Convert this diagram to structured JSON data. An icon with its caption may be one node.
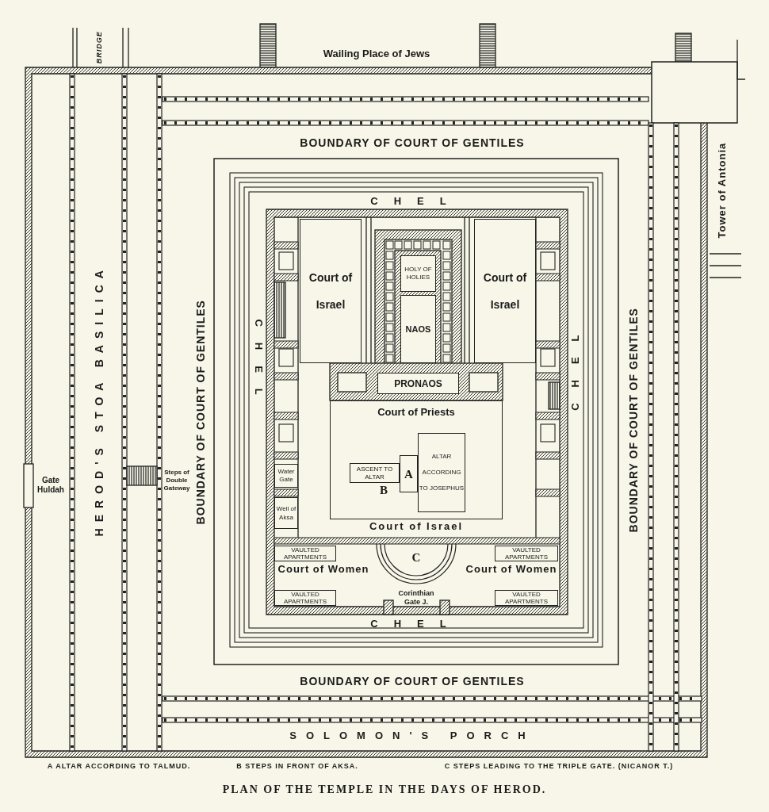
{
  "diagram": {
    "caption": "PLAN OF THE TEMPLE IN THE DAYS OF HEROD.",
    "nodes": [
      {
        "text": [
          "Court of Israel"
        ]
      },
      {
        "text": [
          "HOLY OF HOLIES"
        ]
      },
      {
        "text": [
          "NAOS"
        ]
      },
      {
        "text": [
          "Court of Israel"
        ]
      },
      {
        "text": [
          "PRONAOS"
        ]
      },
      {
        "text": [
          "Court of Priests"
        ]
      },
      {
        "text": [
          "ASCENT TO ALTAR"
        ],
        "in": 5
      },
      {
        "text": [
          "A"
        ],
        "in": 5
      },
      {
        "text": [
          "ALTAR ACCORDING TO JOSEPHUS"
        ],
        "in": 5
      },
      {
        "text": [
          "Water Gate"
        ]
      },
      {
        "text": [
          "Well of Aksa"
        ]
      },
      {
        "text": [
          "VAULTED APARTMENTS"
        ]
      },
      {
        "text": [
          "VAULTED APARTMENTS"
        ]
      },
      {
        "text": [
          "VAULTED APARTMENTS"
        ]
      },
      {
        "text": [
          "VAULTED APARTMENTS"
        ]
      }
    ],
    "edges": [],
    "labels": [
      "Wailing Place of Jews",
      "BRIDGE",
      "Tower of Antonia",
      "BOUNDARY OF COURT OF GENTILES",
      "CHEL",
      "HEROD'S STOA BASILICA",
      "Gate Huldah",
      "Steps of Double Gateway",
      "BOUNDARY OF COURT OF GENTILES",
      "CHEL",
      "CHEL",
      "BOUNDARY OF COURT OF GENTILES",
      "Court of Israel",
      "B",
      "C",
      "Court of Women",
      "Court of Women",
      "Corinthian Gate J.",
      "CHEL",
      "BOUNDARY OF COURT OF GENTILES",
      "SOLOMON'S PORCH",
      "A ALTAR ACCORDING TO TALMUD.",
      "B STEPS IN FRONT OF AKSA.",
      "C STEPS LEADING TO THE TRIPLE GATE. (NICANOR T.)"
    ]
  }
}
